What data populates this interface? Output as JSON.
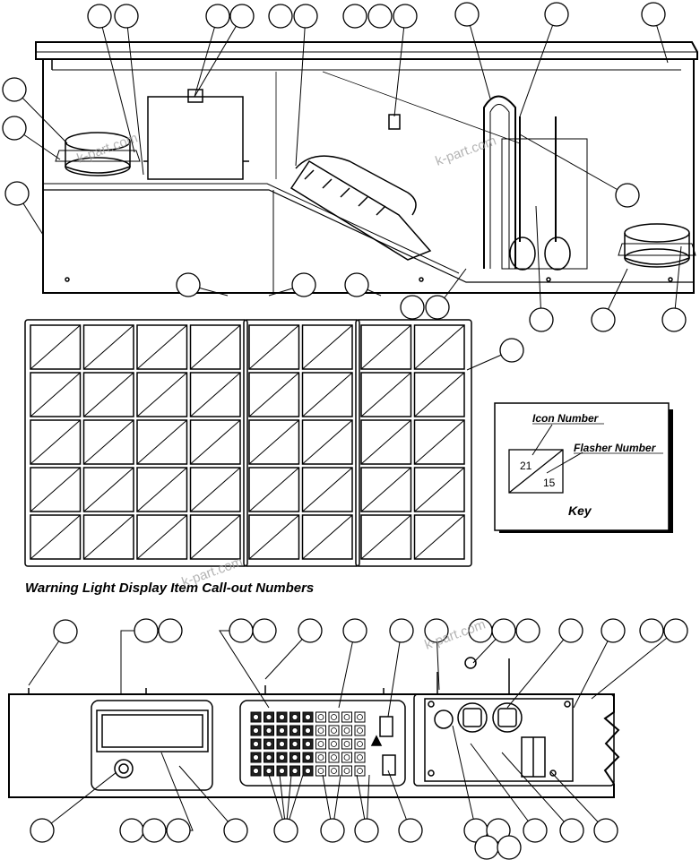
{
  "watermark": "k-part.com",
  "grid_title": "Warning Light Display Item Call-out Numbers",
  "key": {
    "icon_label": "Icon Number",
    "flasher_label": "Flasher Number",
    "icon_value": "21",
    "flasher_value": "15",
    "caption": "Key"
  },
  "grid": {
    "rows": 5,
    "groups": [
      4,
      2,
      2
    ]
  },
  "callout_count": 56
}
